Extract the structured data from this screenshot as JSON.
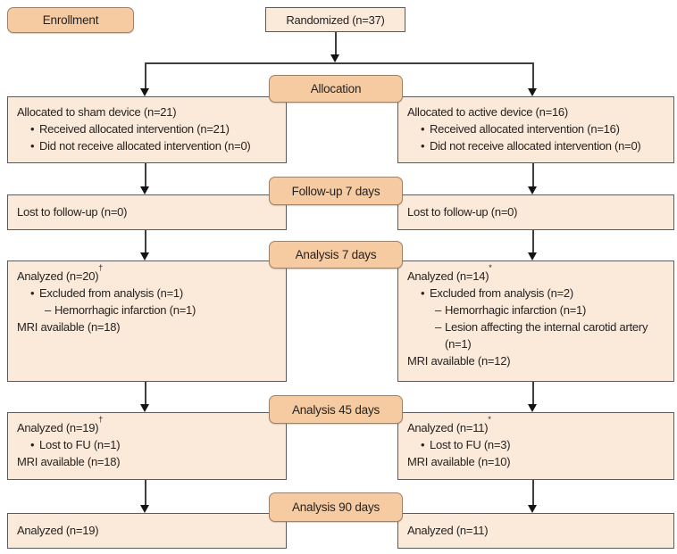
{
  "title": "CONSORT participant flow diagram",
  "colors": {
    "label_fill": "#F7CBA2",
    "label_border": "#9B8268",
    "box_fill": "#FBEADA",
    "box_border": "#5B5B5B",
    "text": "#262220",
    "line": "#3E3E3E"
  },
  "stage_labels": {
    "enrollment": "Enrollment",
    "allocation": "Allocation",
    "followup_7_days": "Follow-up 7 days",
    "analysis_7_days": "Analysis 7 days",
    "analysis_45_days": "Analysis 45 days",
    "analysis_90_days": "Analysis 90 days"
  },
  "boxes": {
    "randomized": {
      "text": "Randomized (n=37)"
    },
    "allocated_sham": {
      "lines": [
        {
          "text": "Allocated to sham device (n=21)"
        },
        {
          "marker": "•",
          "text": "Received allocated intervention (n=21)"
        },
        {
          "marker": "•",
          "text": "Did not receive allocated intervention (n=0)"
        }
      ]
    },
    "allocated_active": {
      "lines": [
        {
          "text": "Allocated to active device (n=16)"
        },
        {
          "marker": "•",
          "text": "Received allocated intervention (n=16)"
        },
        {
          "marker": "•",
          "text": "Did not receive allocated intervention (n=0)"
        }
      ]
    },
    "lost_followup_sham": {
      "text": "Lost to follow-up (n=0)"
    },
    "lost_followup_active": {
      "text": "Lost to follow-up (n=0)"
    },
    "analysis7_sham": {
      "lines": [
        {
          "text": "Analyzed (n=20)",
          "sup": "†"
        },
        {
          "marker": "•",
          "text": "Excluded from analysis (n=1)"
        },
        {
          "marker": "–",
          "text": "Hemorrhagic infarction (n=1)"
        },
        {
          "text": "MRI available (n=18)"
        }
      ]
    },
    "analysis7_active": {
      "lines": [
        {
          "text": "Analyzed (n=14)",
          "sup": "*"
        },
        {
          "marker": "•",
          "text": "Excluded from analysis (n=2)"
        },
        {
          "marker": "–",
          "text": "Hemorrhagic infarction (n=1)"
        },
        {
          "marker": "–",
          "text": "Lesion affecting the internal carotid artery (n=1)"
        },
        {
          "text": "MRI available (n=12)"
        }
      ]
    },
    "analysis45_sham": {
      "lines": [
        {
          "text": "Analyzed (n=19)",
          "sup": "†"
        },
        {
          "marker": "•",
          "text": "Lost to FU (n=1)"
        },
        {
          "text": "MRI available (n=18)"
        }
      ]
    },
    "analysis45_active": {
      "lines": [
        {
          "text": "Analyzed (n=11)",
          "sup": "*"
        },
        {
          "marker": "•",
          "text": "Lost to FU (n=3)"
        },
        {
          "text": "MRI available (n=10)"
        }
      ]
    },
    "analysis90_sham": {
      "text": "Analyzed (n=19)"
    },
    "analysis90_active": {
      "text": "Analyzed (n=11)"
    }
  }
}
